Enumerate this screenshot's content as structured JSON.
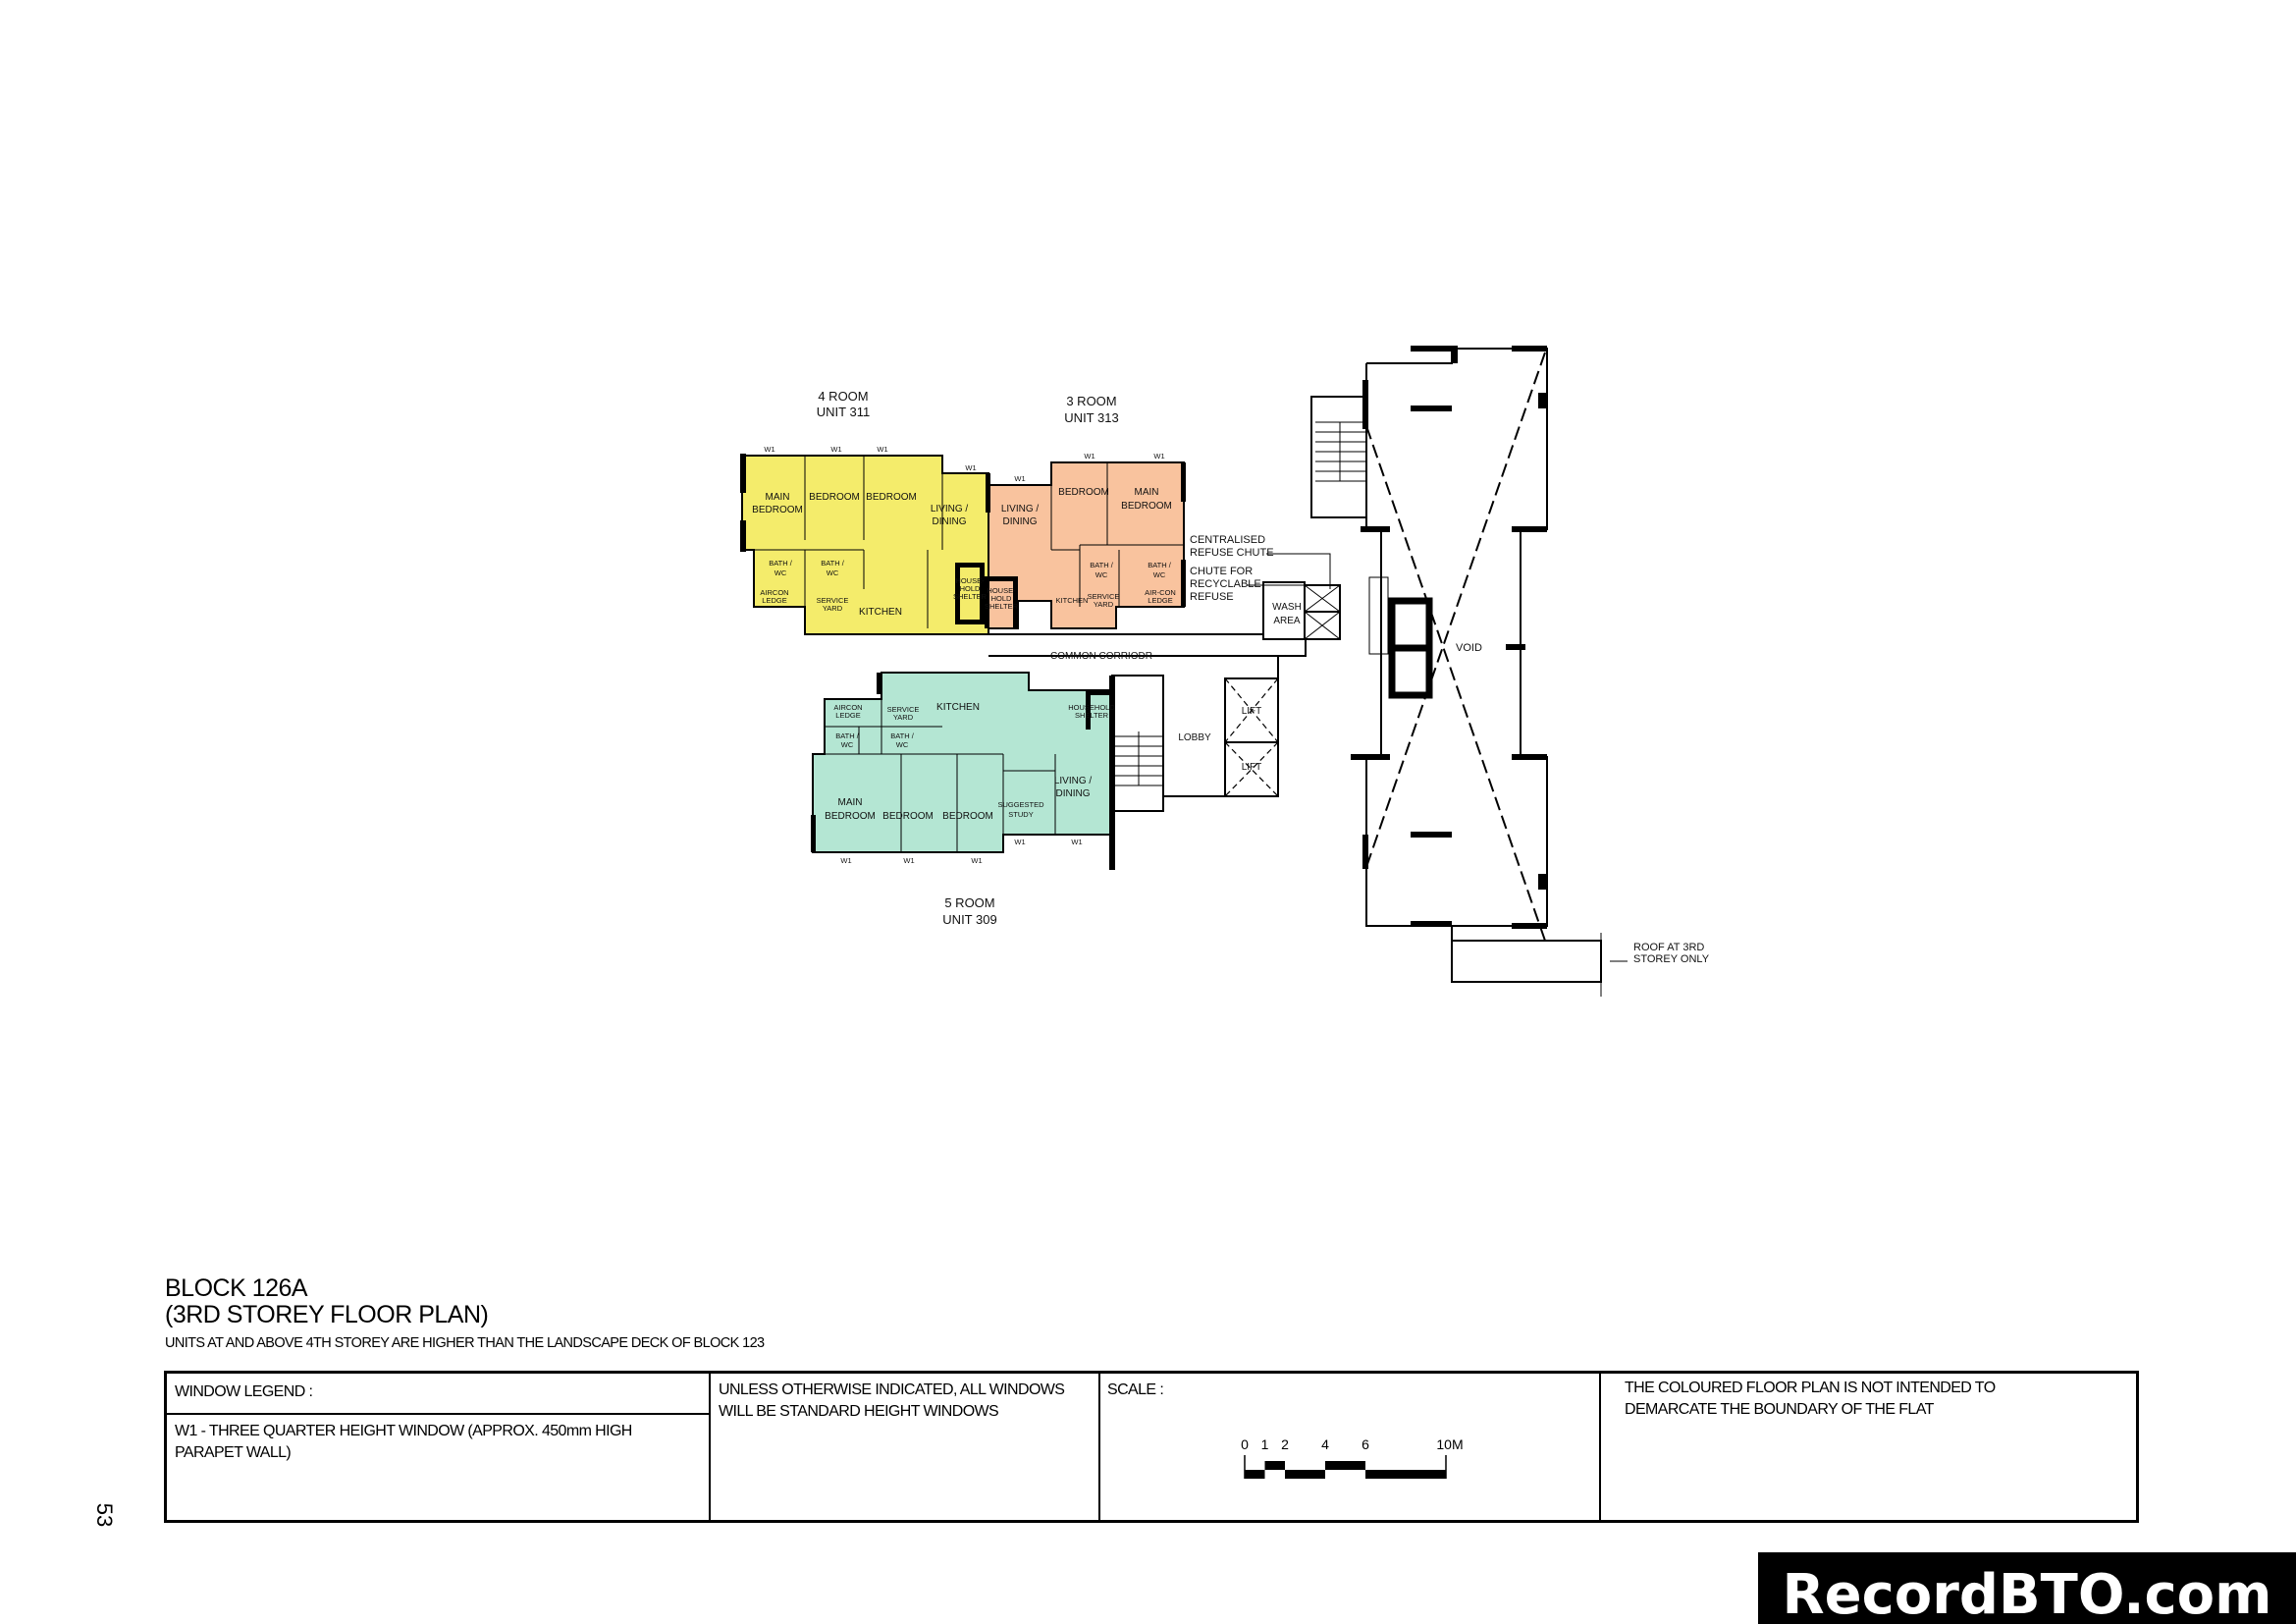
{
  "colors": {
    "unit_4room": "#f4ec6b",
    "unit_3room": "#f9c39e",
    "unit_5room": "#b4e6d3",
    "walls": "#000000"
  },
  "units": [
    {
      "type": "4  ROOM",
      "number": "UNIT 311",
      "rooms": {
        "main_bedroom": [
          "MAIN",
          "BEDROOM"
        ],
        "bedroom_1": "BEDROOM",
        "bedroom_2": "BEDROOM",
        "living": [
          "LIVING /",
          "DINING"
        ],
        "bath_1": [
          "BATH /",
          "WC"
        ],
        "bath_2": [
          "BATH /",
          "WC"
        ],
        "aircon": [
          "AIRCON",
          "LEDGE"
        ],
        "service_yard": [
          "SERVICE",
          "YARD"
        ],
        "kitchen": "KITCHEN",
        "shelter": [
          "HOUSE-",
          "HOLD",
          "SHELTER"
        ]
      },
      "windows": [
        "W1",
        "W1",
        "W1",
        "W1"
      ]
    },
    {
      "type": "3  ROOM",
      "number": "UNIT 313",
      "rooms": {
        "living": [
          "LIVING /",
          "DINING"
        ],
        "bedroom": "BEDROOM",
        "main_bedroom": [
          "MAIN",
          "BEDROOM"
        ],
        "bath_1": [
          "BATH /",
          "WC"
        ],
        "bath_2": [
          "BATH /",
          "WC"
        ],
        "kitchen": "KITCHEN",
        "service_yard": [
          "SERVICE",
          "YARD"
        ],
        "aircon": [
          "AIR-CON",
          "LEDGE"
        ],
        "shelter": [
          "HOUSE-",
          "HOLD",
          "SHELTER"
        ]
      },
      "windows": [
        "W1",
        "W1",
        "W1"
      ]
    },
    {
      "type": "5  ROOM",
      "number": "UNIT 309",
      "rooms": {
        "kitchen": "KITCHEN",
        "shelter": [
          "HOUSEHOLD",
          "SHELTER"
        ],
        "aircon": [
          "AIRCON",
          "LEDGE"
        ],
        "service_yard": [
          "SERVICE",
          "YARD"
        ],
        "bath_1": [
          "BATH /",
          "WC"
        ],
        "bath_2": [
          "BATH /",
          "WC"
        ],
        "main_bedroom": [
          "MAIN",
          "BEDROOM"
        ],
        "bedroom_1": "BEDROOM",
        "bedroom_2": "BEDROOM",
        "study": [
          "SUGGESTED",
          "STUDY"
        ],
        "living": [
          "LIVING /",
          "DINING"
        ]
      },
      "windows": [
        "W1",
        "W1",
        "W1",
        "W1",
        "W1"
      ]
    }
  ],
  "common": {
    "refuse_chute": [
      "CENTRALISED",
      "REFUSE CHUTE"
    ],
    "recyclable_chute": [
      "CHUTE FOR",
      "RECYCLABLE",
      "REFUSE"
    ],
    "wash_area": [
      "WASH",
      "AREA"
    ],
    "corridor": "COMMON CORRIODR",
    "lobby": "LOBBY",
    "lifts": [
      "LIFT",
      "LIFT"
    ],
    "void": "VOID",
    "roof_note": [
      "ROOF AT 3RD",
      "STOREY ONLY"
    ]
  },
  "title": {
    "block": "BLOCK 126A",
    "plan": "(3RD STOREY FLOOR PLAN)",
    "subtitle": "UNITS AT AND ABOVE 4TH STOREY ARE HIGHER THAN THE LANDSCAPE DECK OF BLOCK 123"
  },
  "legend": {
    "window_legend_label": "WINDOW LEGEND :",
    "w1_line1": "W1 - THREE QUARTER HEIGHT WINDOW (APPROX. 450mm HIGH",
    "w1_line2": "PARAPET WALL)",
    "standard_line1": "UNLESS OTHERWISE INDICATED, ALL WINDOWS",
    "standard_line2": "WILL BE STANDARD HEIGHT WINDOWS",
    "scale_label": "SCALE :",
    "scale_ticks": [
      "0",
      "1",
      "2",
      "4",
      "6",
      "10M"
    ],
    "scale_values_m": [
      0,
      1,
      2,
      4,
      6,
      10
    ],
    "disclaimer_line1": "THE COLOURED FLOOR PLAN IS NOT INTENDED TO",
    "disclaimer_line2": "DEMARCATE THE BOUNDARY OF THE FLAT"
  },
  "page_number": "53",
  "watermark": "RecordBTO.com"
}
